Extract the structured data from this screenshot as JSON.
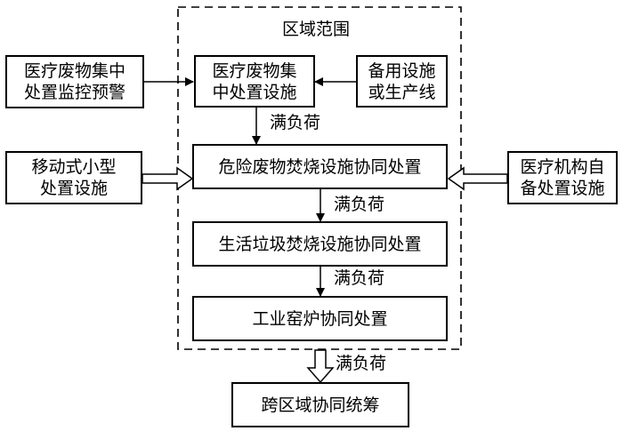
{
  "region_label": "区域范围",
  "boxes": {
    "monitor": [
      "医疗废物集中",
      "处置监控预警"
    ],
    "central_facility": [
      "医疗废物集",
      "中处置设施"
    ],
    "backup": [
      "备用设施",
      "或生产线"
    ],
    "hazardous": "危险废物焚烧设施协同处置",
    "mobile": [
      "移动式小型",
      "处置设施"
    ],
    "institution": [
      "医疗机构自",
      "备处置设施"
    ],
    "domestic": "生活垃圾焚烧设施协同处置",
    "industrial": "工业窑炉协同处置",
    "cross_region": "跨区域协同统筹"
  },
  "arrow_labels": {
    "full_load_1": "满负荷",
    "full_load_2": "满负荷",
    "full_load_3": "满负荷",
    "full_load_4": "满负荷"
  }
}
